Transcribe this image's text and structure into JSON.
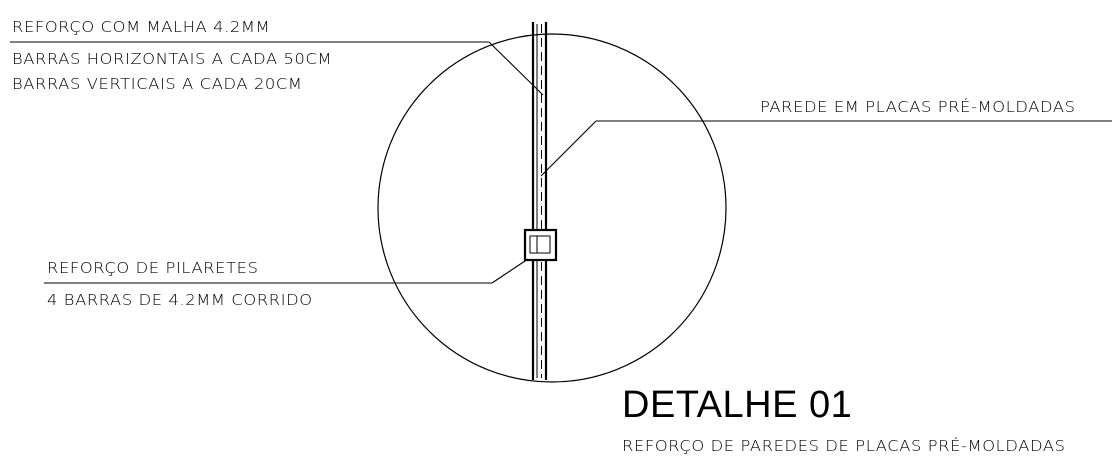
{
  "annotations": {
    "reforco_malha": {
      "line1": "REFORÇO COM MALHA 4.2MM",
      "line2": "BARRAS HORIZONTAIS A CADA 50CM",
      "line3": "BARRAS VERTICAIS A CADA 20CM"
    },
    "parede": {
      "line1": "PAREDE EM PLACAS PRÉ-MOLDADAS"
    },
    "pilaretes": {
      "line1": "REFORÇO DE PILARETES",
      "line2": "4 BARRAS DE 4.2MM CORRIDO"
    }
  },
  "detail": {
    "title": "DETALHE 01",
    "subtitle": "REFORÇO DE PAREDES DE PLACAS PRÉ-MOLDADAS"
  },
  "colors": {
    "line": "#000000",
    "background": "#ffffff"
  }
}
